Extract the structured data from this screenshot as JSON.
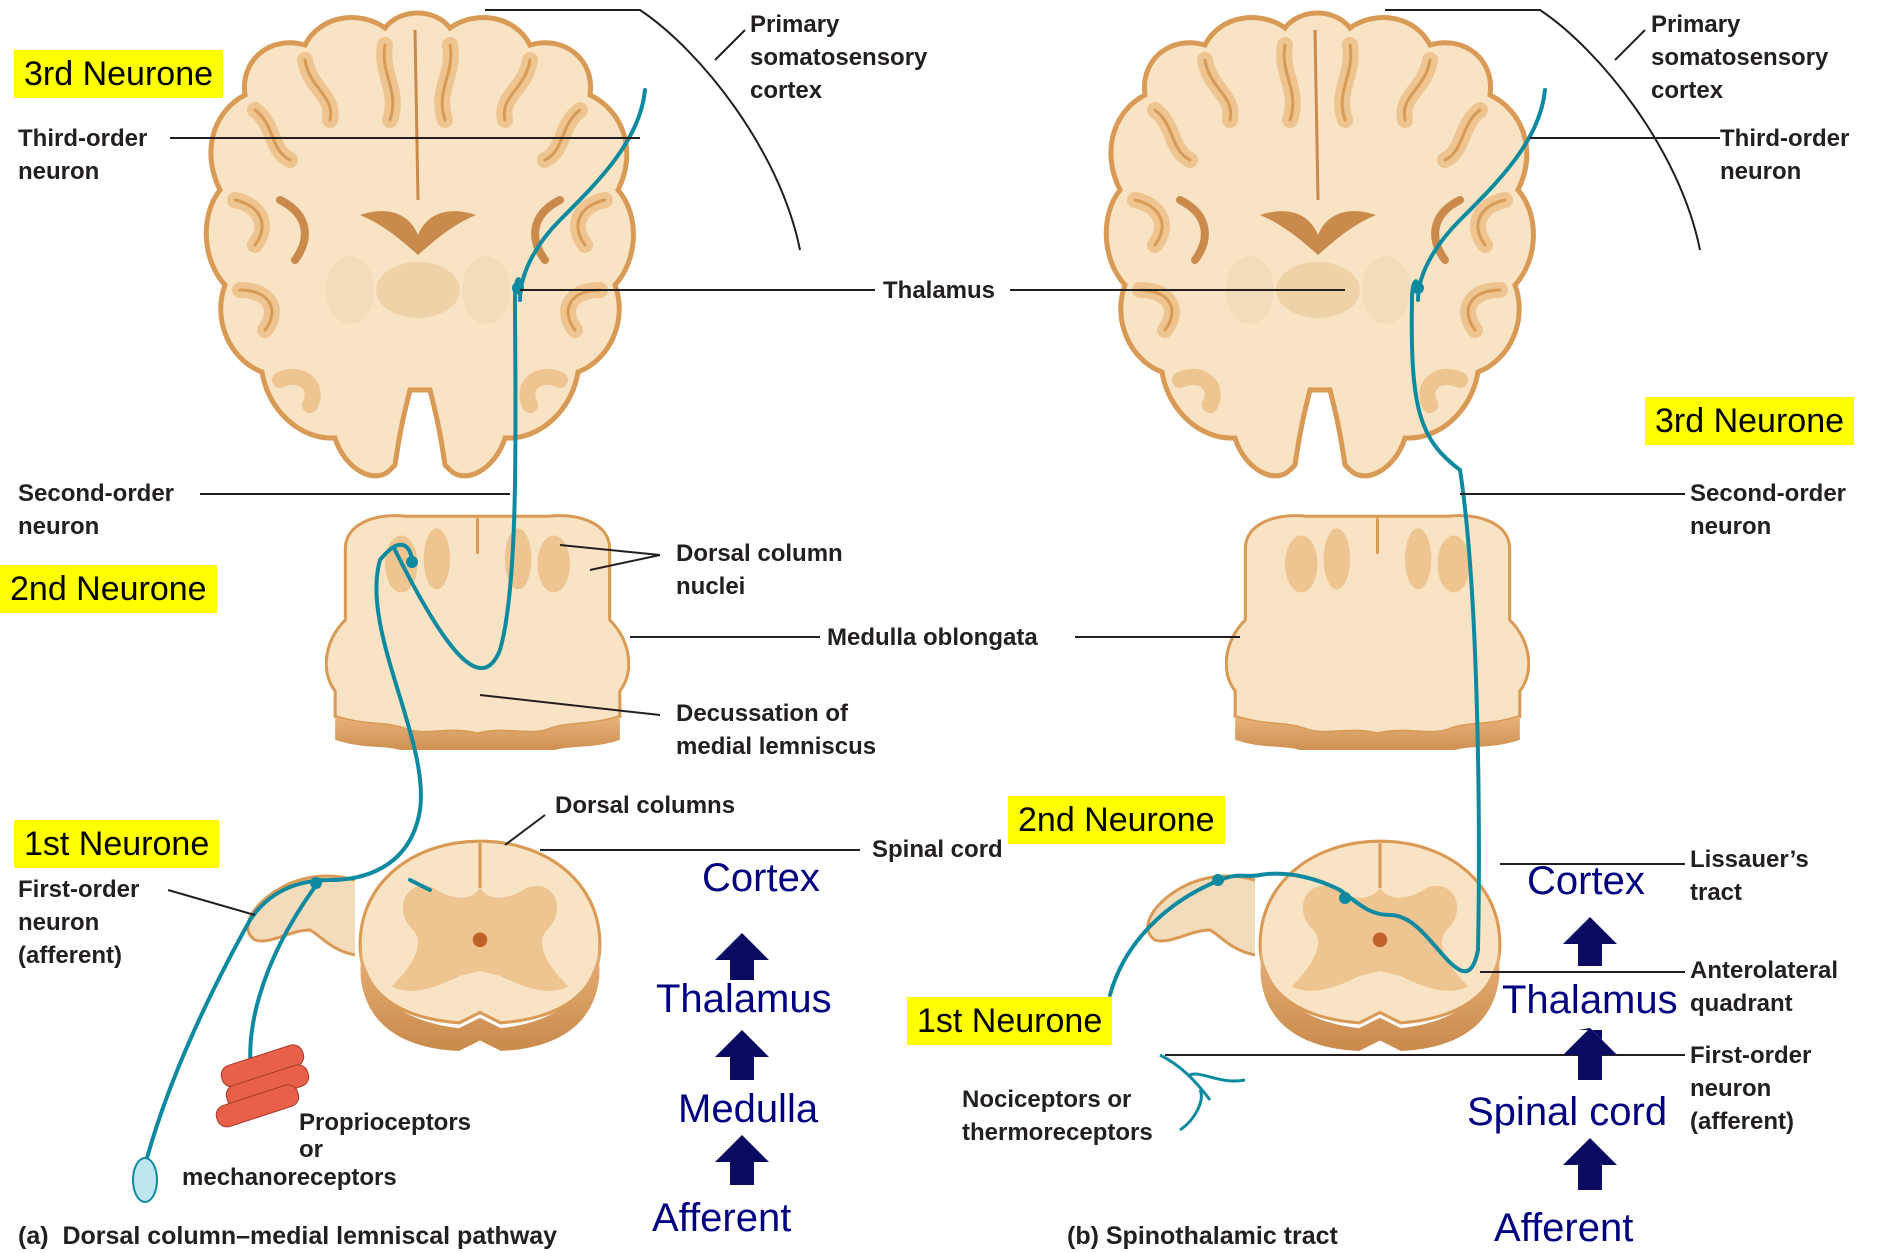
{
  "panel_a": {
    "caption_letter": "(a)",
    "caption_text": "Dorsal column–medial lemniscal pathway",
    "labels": {
      "primary_cortex": [
        "Primary",
        "somatosensory",
        "cortex"
      ],
      "third_order": [
        "Third-order",
        "neuron"
      ],
      "thalamus": "Thalamus",
      "second_order": [
        "Second-order",
        "neuron"
      ],
      "dorsal_column_nuclei": [
        "Dorsal column",
        "nuclei"
      ],
      "medulla_oblongata": "Medulla oblongata",
      "decussation": [
        "Decussation of",
        "medial lemniscus"
      ],
      "dorsal_columns": "Dorsal columns",
      "spinal_cord": "Spinal cord",
      "first_order": [
        "First-order",
        "neuron",
        "(afferent)"
      ],
      "receptors": [
        "Proprioceptors",
        "or",
        "mechanoreceptors"
      ]
    },
    "highlights": [
      "3rd Neurone",
      "2nd Neurone",
      "1st Neurone"
    ],
    "flow": [
      "Cortex",
      "Thalamus",
      "Medulla",
      "Afferent"
    ]
  },
  "panel_b": {
    "caption_letter": "(b)",
    "caption_text": "Spinothalamic tract",
    "labels": {
      "primary_cortex": [
        "Primary",
        "somatosensory",
        "cortex"
      ],
      "third_order": [
        "Third-order",
        "neuron"
      ],
      "second_order": [
        "Second-order",
        "neuron"
      ],
      "lissauer": [
        "Lissauer’s",
        "tract"
      ],
      "anterolateral": [
        "Anterolateral",
        "quadrant"
      ],
      "first_order": [
        "First-order",
        "neuron",
        "(afferent)"
      ],
      "receptors": [
        "Nociceptors or",
        "thermoreceptors"
      ]
    },
    "highlights": [
      "3rd Neurone",
      "2nd Neurone",
      "1st Neurone"
    ],
    "flow": [
      "Cortex",
      "Thalamus",
      "Spinal cord",
      "Afferent"
    ]
  },
  "colors": {
    "neuron": "#0e8aa0",
    "tissue_light": "#f8e4c4",
    "tissue_mid": "#eec490",
    "tissue_dark": "#d99a55",
    "highlight": "#ffff00",
    "flow_text": "#000080",
    "arrow": "#0a0a60"
  }
}
